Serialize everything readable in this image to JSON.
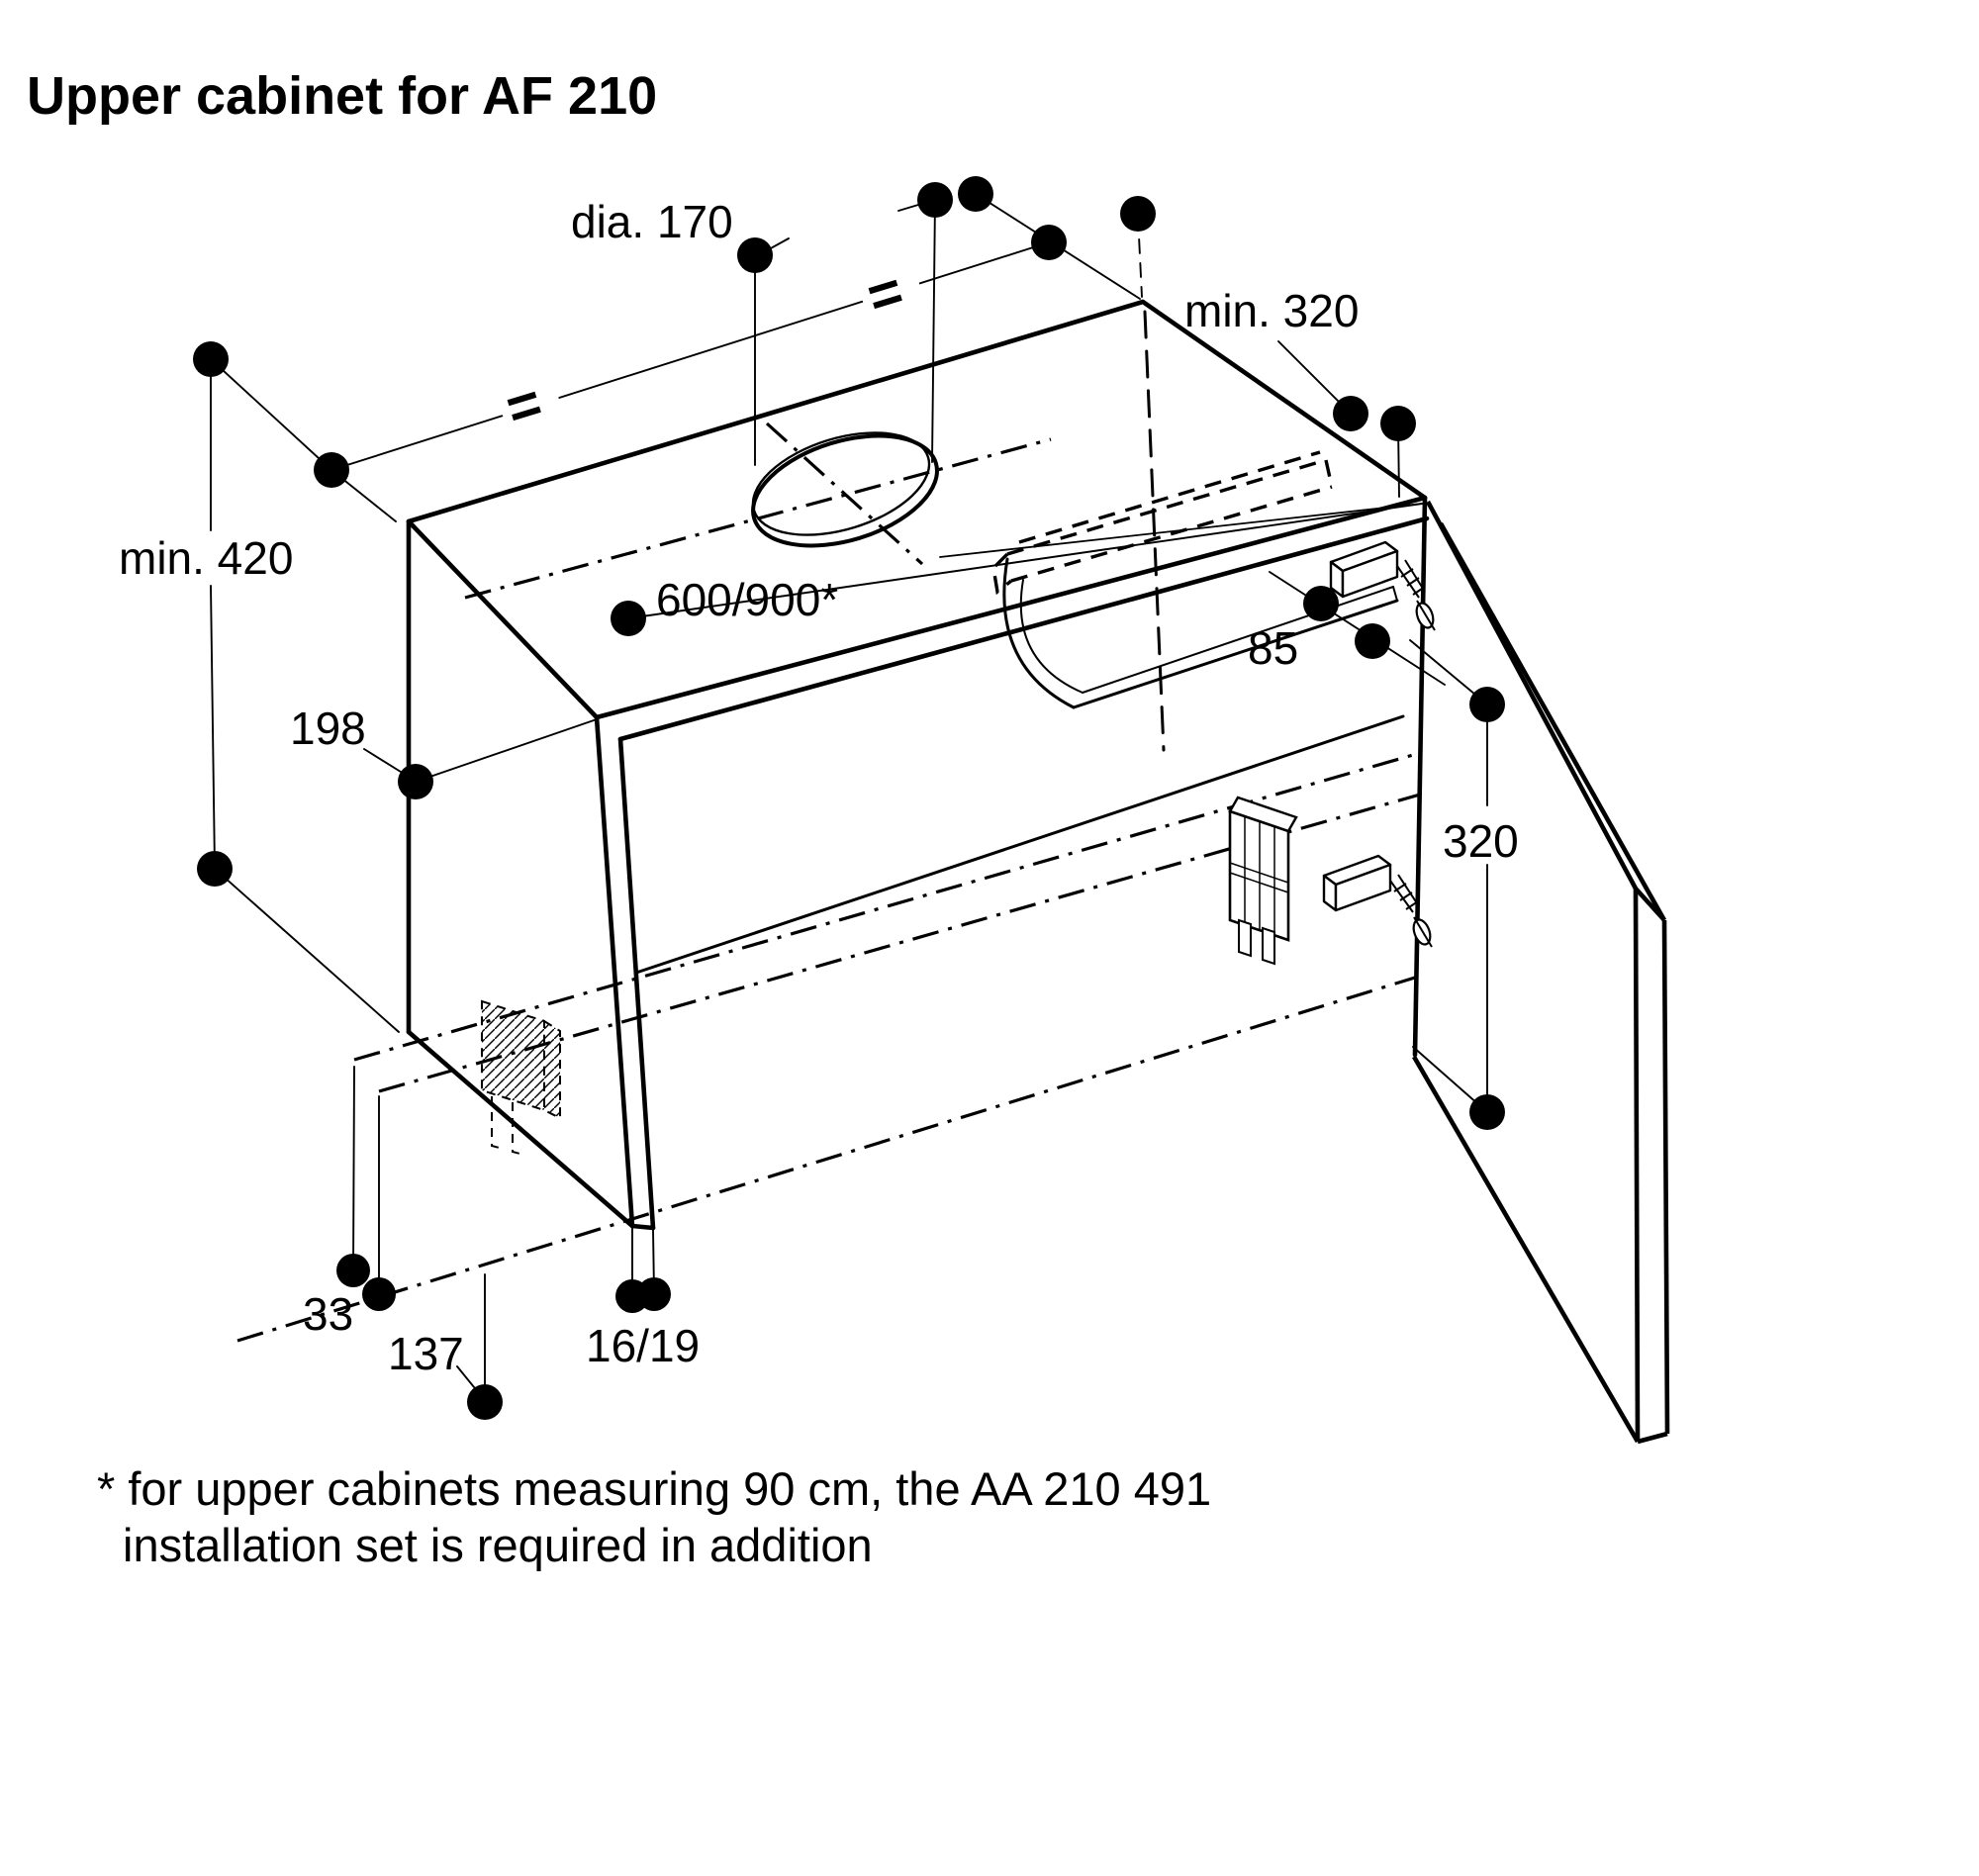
{
  "page": {
    "background_color": "#ffffff",
    "ink_color": "#000000",
    "kind": "installation-drawing"
  },
  "title": "Upper cabinet for AF 210",
  "labels": {
    "diameter": "dia. 170",
    "min_depth": "min. 320",
    "min_height": "min. 420",
    "width": "600/900*",
    "rear_offset": "198",
    "shelf_gap": "85",
    "hinge_spacing": "320",
    "rail_offset": "33",
    "rail_spacing": "137",
    "panel_thickness": "16/19",
    "equals_left": "=",
    "equals_right": "="
  },
  "footnote": {
    "marker": "*",
    "line1": "for upper cabinets measuring 90 cm, the AA 210 491",
    "line2": "installation set is required in addition"
  }
}
